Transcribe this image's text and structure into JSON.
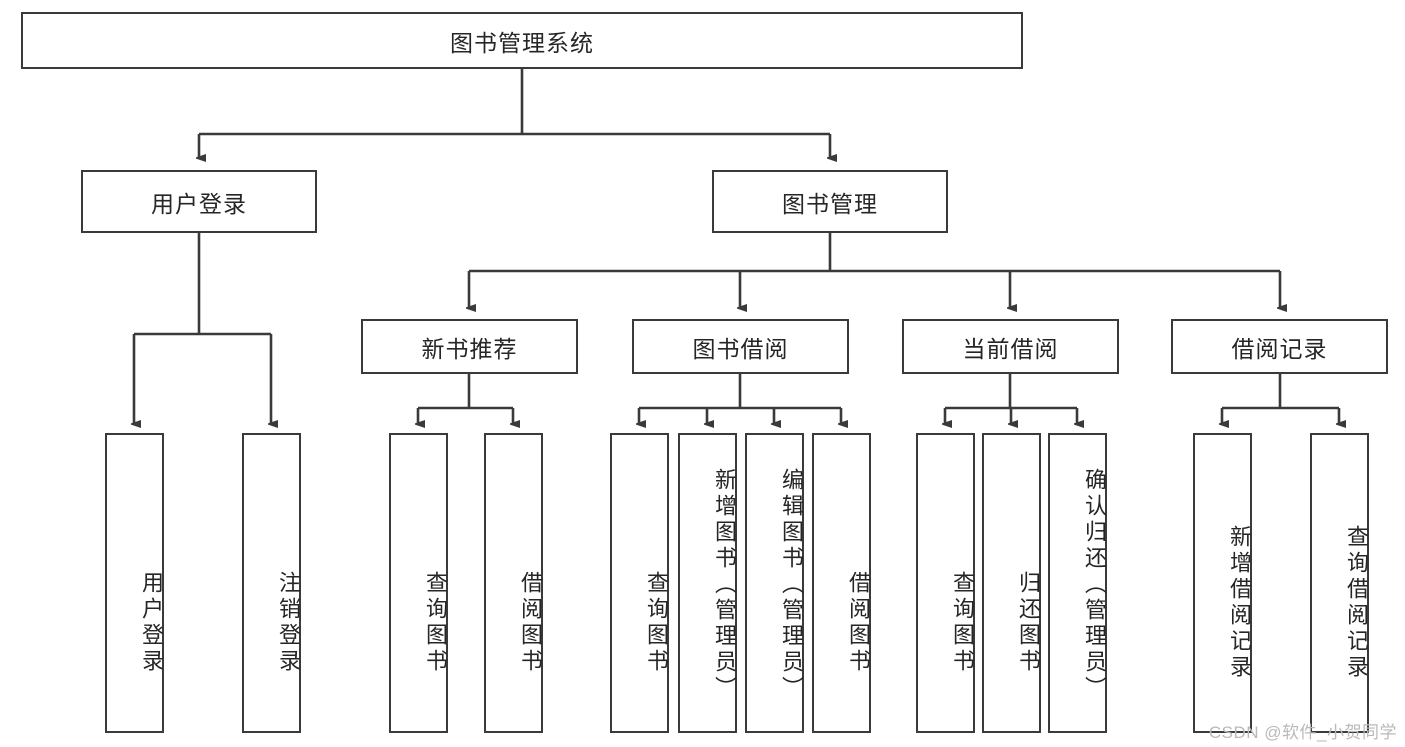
{
  "diagram": {
    "type": "tree-hierarchy",
    "title": "图书管理系统",
    "orientation": "top-down",
    "colors": {
      "box_border": "#3a3a3a",
      "box_fill": "#ffffff",
      "edge": "#3a3a3a",
      "text": "#262626",
      "watermark": "#b9b9b9",
      "background": "#ffffff"
    },
    "nodes": {
      "root": {
        "label": "图书管理系统",
        "level": 1
      },
      "level2": [
        {
          "id": "user-login",
          "label": "用户登录"
        },
        {
          "id": "book-manage",
          "label": "图书管理"
        }
      ],
      "level3": [
        {
          "id": "new-book-recommend",
          "label": "新书推荐",
          "parent": "book-manage"
        },
        {
          "id": "book-borrow",
          "label": "图书借阅",
          "parent": "book-manage"
        },
        {
          "id": "current-borrow",
          "label": "当前借阅",
          "parent": "book-manage"
        },
        {
          "id": "borrow-record",
          "label": "借阅记录",
          "parent": "book-manage"
        }
      ],
      "leaves": [
        {
          "id": "leaf-user-login",
          "label": "用户登录",
          "parent": "user-login"
        },
        {
          "id": "leaf-logout",
          "label": "注销登录",
          "parent": "user-login"
        },
        {
          "id": "leaf-query-book-1",
          "label": "查询图书",
          "parent": "new-book-recommend"
        },
        {
          "id": "leaf-borrow-book-1",
          "label": "借阅图书",
          "parent": "new-book-recommend"
        },
        {
          "id": "leaf-query-book-2",
          "label": "查询图书",
          "parent": "book-borrow"
        },
        {
          "id": "leaf-add-book",
          "label": "新增图书（管理员）",
          "parent": "book-borrow"
        },
        {
          "id": "leaf-edit-book",
          "label": "编辑图书（管理员）",
          "parent": "book-borrow"
        },
        {
          "id": "leaf-borrow-book-2",
          "label": "借阅图书",
          "parent": "book-borrow"
        },
        {
          "id": "leaf-query-book-3",
          "label": "查询图书",
          "parent": "current-borrow"
        },
        {
          "id": "leaf-return-book",
          "label": "归还图书",
          "parent": "current-borrow"
        },
        {
          "id": "leaf-confirm-return",
          "label": "确认归还（管理员）",
          "parent": "current-borrow"
        },
        {
          "id": "leaf-add-record",
          "label": "新增借阅记录",
          "parent": "borrow-record"
        },
        {
          "id": "leaf-query-record",
          "label": "查询借阅记录",
          "parent": "borrow-record"
        }
      ]
    }
  },
  "watermark": {
    "text": "CSDN @软件_小贺同学"
  }
}
